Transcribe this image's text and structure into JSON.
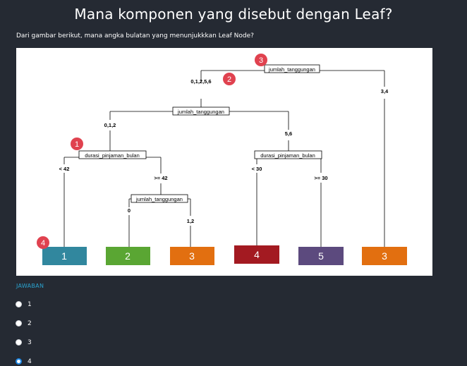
{
  "question": {
    "title": "Mana komponen yang disebut dengan Leaf?",
    "prompt": "Dari gambar berikut, mana angka bulatan yang menunjukkkan Leaf Node?"
  },
  "tree": {
    "nodes": {
      "root": "jumlah_tanggungan",
      "mid": "jumlah_tanggungan",
      "left_split": "durasi_pinjaman_bulan",
      "right_split": "durasi_pinjaman_bulan",
      "low_split": "jumlah_tanggungan"
    },
    "edges": {
      "root_left": "0,1,2,5,6",
      "root_right": "3,4",
      "mid_left": "0,1,2",
      "mid_right": "5,6",
      "left_lt": "< 42",
      "left_ge": ">= 42",
      "low_left": "0",
      "low_right": "1,2",
      "right_lt": "< 30",
      "right_ge": ">= 30"
    },
    "leaves": [
      {
        "label": "1",
        "color": "#31879e"
      },
      {
        "label": "2",
        "color": "#5aa633"
      },
      {
        "label": "3",
        "color": "#e26f10"
      },
      {
        "label": "4",
        "color": "#a31a21"
      },
      {
        "label": "5",
        "color": "#5c4a7e"
      },
      {
        "label": "3",
        "color": "#e26f10"
      }
    ],
    "markers": [
      {
        "label": "1",
        "color": "#e0424f"
      },
      {
        "label": "2",
        "color": "#e0424f"
      },
      {
        "label": "3",
        "color": "#e0424f"
      },
      {
        "label": "4",
        "color": "#e0424f"
      }
    ]
  },
  "answers": {
    "heading": "JAWABAN",
    "options": [
      {
        "label": "1",
        "selected": false
      },
      {
        "label": "2",
        "selected": false
      },
      {
        "label": "3",
        "selected": false
      },
      {
        "label": "4",
        "selected": true
      }
    ]
  },
  "colors": {
    "background": "#252a33",
    "accent": "#2aa3cf",
    "radio_selected": "#1e88e5"
  }
}
